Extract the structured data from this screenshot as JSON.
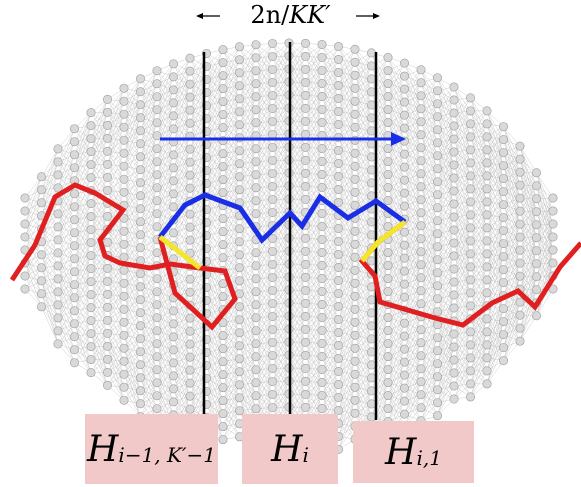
{
  "scale": {
    "prefix": "2n",
    "slash": "/",
    "expr": "KK",
    "prime": "′"
  },
  "boxes": [
    {
      "H": "H",
      "sub": "i−1, K′−1"
    },
    {
      "H": "H",
      "sub": "i"
    },
    {
      "H": "H",
      "sub": "i,1"
    }
  ],
  "colors": {
    "node_fill": "#d9d9d9",
    "node_stroke": "#9a9a9a",
    "edge": "#b8b8b8",
    "divider": "#000000",
    "arrow": "#1a2ee6",
    "blue_path": "#1a2ee6",
    "red_path": "#e02020",
    "yellow_segment": "#f5e62a",
    "box_fill": "#f2c9c9"
  }
}
